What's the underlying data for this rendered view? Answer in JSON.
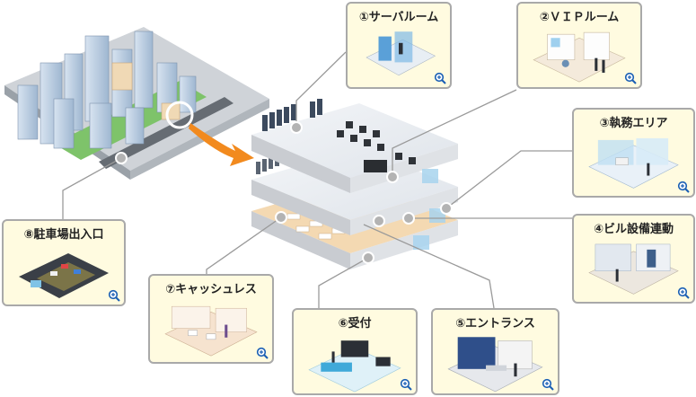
{
  "cards": {
    "server_room": {
      "label": "①サーバルーム",
      "icon": "zoom-icon"
    },
    "vip_room": {
      "label": "②ＶＩＰルーム",
      "icon": "zoom-icon"
    },
    "work_area": {
      "label": "③執務エリア",
      "icon": "zoom-icon"
    },
    "building_link": {
      "label": "④ビル設備連動",
      "icon": "zoom-icon"
    },
    "entrance": {
      "label": "⑤エントランス",
      "icon": "zoom-icon"
    },
    "reception": {
      "label": "⑥受付",
      "icon": "zoom-icon"
    },
    "cashless": {
      "label": "⑦キャッシュレス",
      "icon": "zoom-icon"
    },
    "parking": {
      "label": "⑧駐車場出入口",
      "icon": "zoom-icon"
    }
  },
  "colors": {
    "card_bg": "#fffbe0",
    "card_border": "#a9a9a9",
    "leader": "#9a9a9a",
    "arrow": "#f28a1e",
    "zoom": "#1a5fb4"
  }
}
